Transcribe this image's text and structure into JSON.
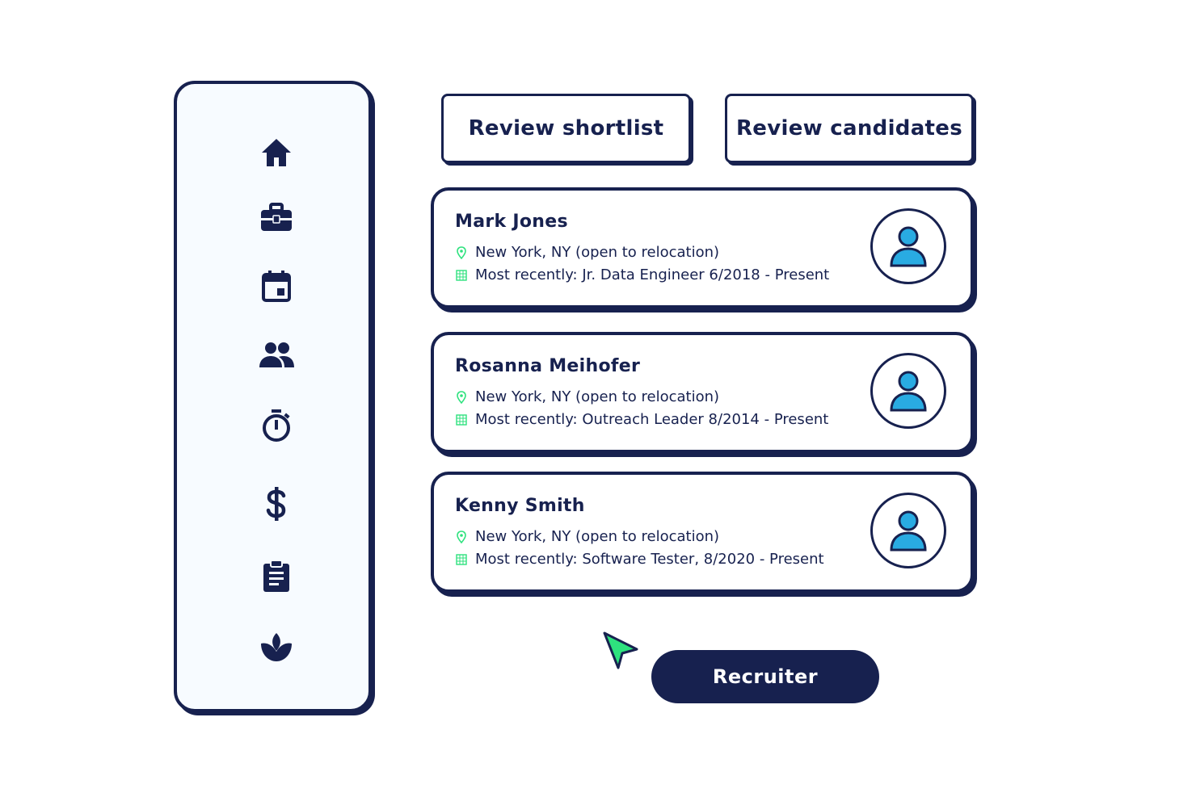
{
  "colors": {
    "navy": "#17214f",
    "accent_green": "#2ee27e",
    "avatar_blue": "#29abe2",
    "sidebar_bg": "#f7fbff"
  },
  "sidebar": {
    "items": [
      {
        "icon": "home-icon"
      },
      {
        "icon": "briefcase-icon"
      },
      {
        "icon": "calendar-icon"
      },
      {
        "icon": "people-icon"
      },
      {
        "icon": "stopwatch-icon"
      },
      {
        "icon": "dollar-icon"
      },
      {
        "icon": "clipboard-icon"
      },
      {
        "icon": "lotus-icon"
      }
    ]
  },
  "actions": {
    "review_shortlist": "Review shortlist",
    "review_candidates": "Review candidates"
  },
  "candidates": [
    {
      "name": "Mark Jones",
      "location": "New York, NY (open to relocation)",
      "recent": "Most recently: Jr. Data Engineer 6/2018 - Present"
    },
    {
      "name": "Rosanna Meihofer",
      "location": "New York, NY (open to relocation)",
      "recent": "Most recently: Outreach Leader 8/2014 - Present"
    },
    {
      "name": "Kenny Smith",
      "location": "New York, NY (open to relocation)",
      "recent": "Most recently: Software Tester, 8/2020 - Present"
    }
  ],
  "cursor_label": "Recruiter"
}
